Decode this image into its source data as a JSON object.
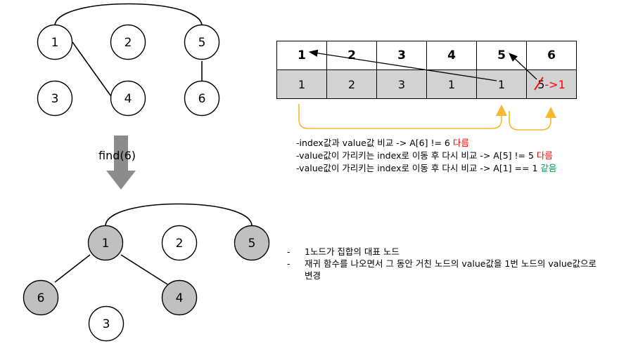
{
  "before_graph": {
    "nodes": [
      {
        "id": "1"
      },
      {
        "id": "2"
      },
      {
        "id": "5"
      },
      {
        "id": "3"
      },
      {
        "id": "4"
      },
      {
        "id": "6"
      }
    ]
  },
  "operation_label": "find(6)",
  "table": {
    "index_row": [
      "1",
      "2",
      "3",
      "4",
      "5",
      "6"
    ],
    "value_row": [
      "1",
      "2",
      "3",
      "1",
      "1"
    ],
    "last_value_old": "5",
    "last_value_new": "->1"
  },
  "steps": [
    {
      "text": "-index값과 value값 비교 -> A[6] != 6 ",
      "result": "다름",
      "result_color": "#ff0000"
    },
    {
      "text": "-value값이 가리키는 index로 이동 후 다시 비교 -> A[5] != 5 ",
      "result": "다름",
      "result_color": "#ff0000"
    },
    {
      "text": "-value값이 가리키는 index로 이동 후 다시 비교 -> A[1] == 1 ",
      "result": "같음",
      "result_color": "#00a050"
    }
  ],
  "after_graph": {
    "nodes": [
      {
        "id": "1"
      },
      {
        "id": "2"
      },
      {
        "id": "5"
      },
      {
        "id": "6"
      },
      {
        "id": "4"
      },
      {
        "id": "3"
      }
    ]
  },
  "notes": [
    {
      "bullet": "-",
      "text": "1노드가 집합의 대표 노드"
    },
    {
      "bullet": "-",
      "text": "재귀 함수를 나오면서 그 동안 거친 노드의 value값을 1번 노드의 value값으로 변경"
    }
  ],
  "colors": {
    "highlight_node": "#c0c0c0",
    "table_value_bg": "#d2d2d2",
    "arrow_orange": "#f5b82e",
    "down_arrow": "#8c8c8c",
    "red": "#ff0000",
    "green": "#00a050"
  }
}
